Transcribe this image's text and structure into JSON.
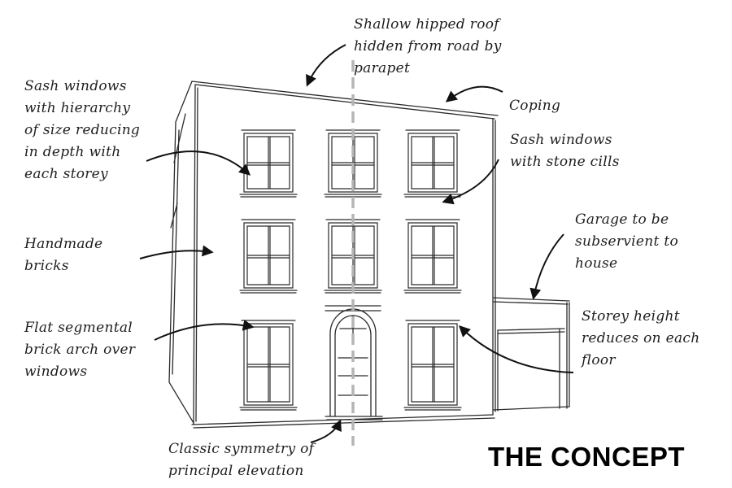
{
  "title": "THE CONCEPT",
  "annotations": {
    "roof": [
      "Shallow hipped roof",
      "hidden from road by",
      "parapet"
    ],
    "coping": [
      "Coping"
    ],
    "sash_hierarchy": [
      "Sash windows",
      "with hierarchy",
      "of size reducing",
      "in depth with",
      "each storey"
    ],
    "sash_cills": [
      "Sash windows",
      "with stone cills"
    ],
    "garage": [
      "Garage to be",
      "subservient to",
      "house"
    ],
    "bricks": [
      "Handmade",
      "bricks"
    ],
    "arch": [
      "Flat segmental",
      "brick arch over",
      "windows"
    ],
    "storey_height": [
      "Storey height",
      "reduces on each",
      "floor"
    ],
    "symmetry": [
      "Classic symmetry of",
      "principal elevation"
    ]
  },
  "colors": {
    "ink": "#2b2b2b",
    "axis": "#b5b5b5",
    "text": "#1e1e1e"
  }
}
